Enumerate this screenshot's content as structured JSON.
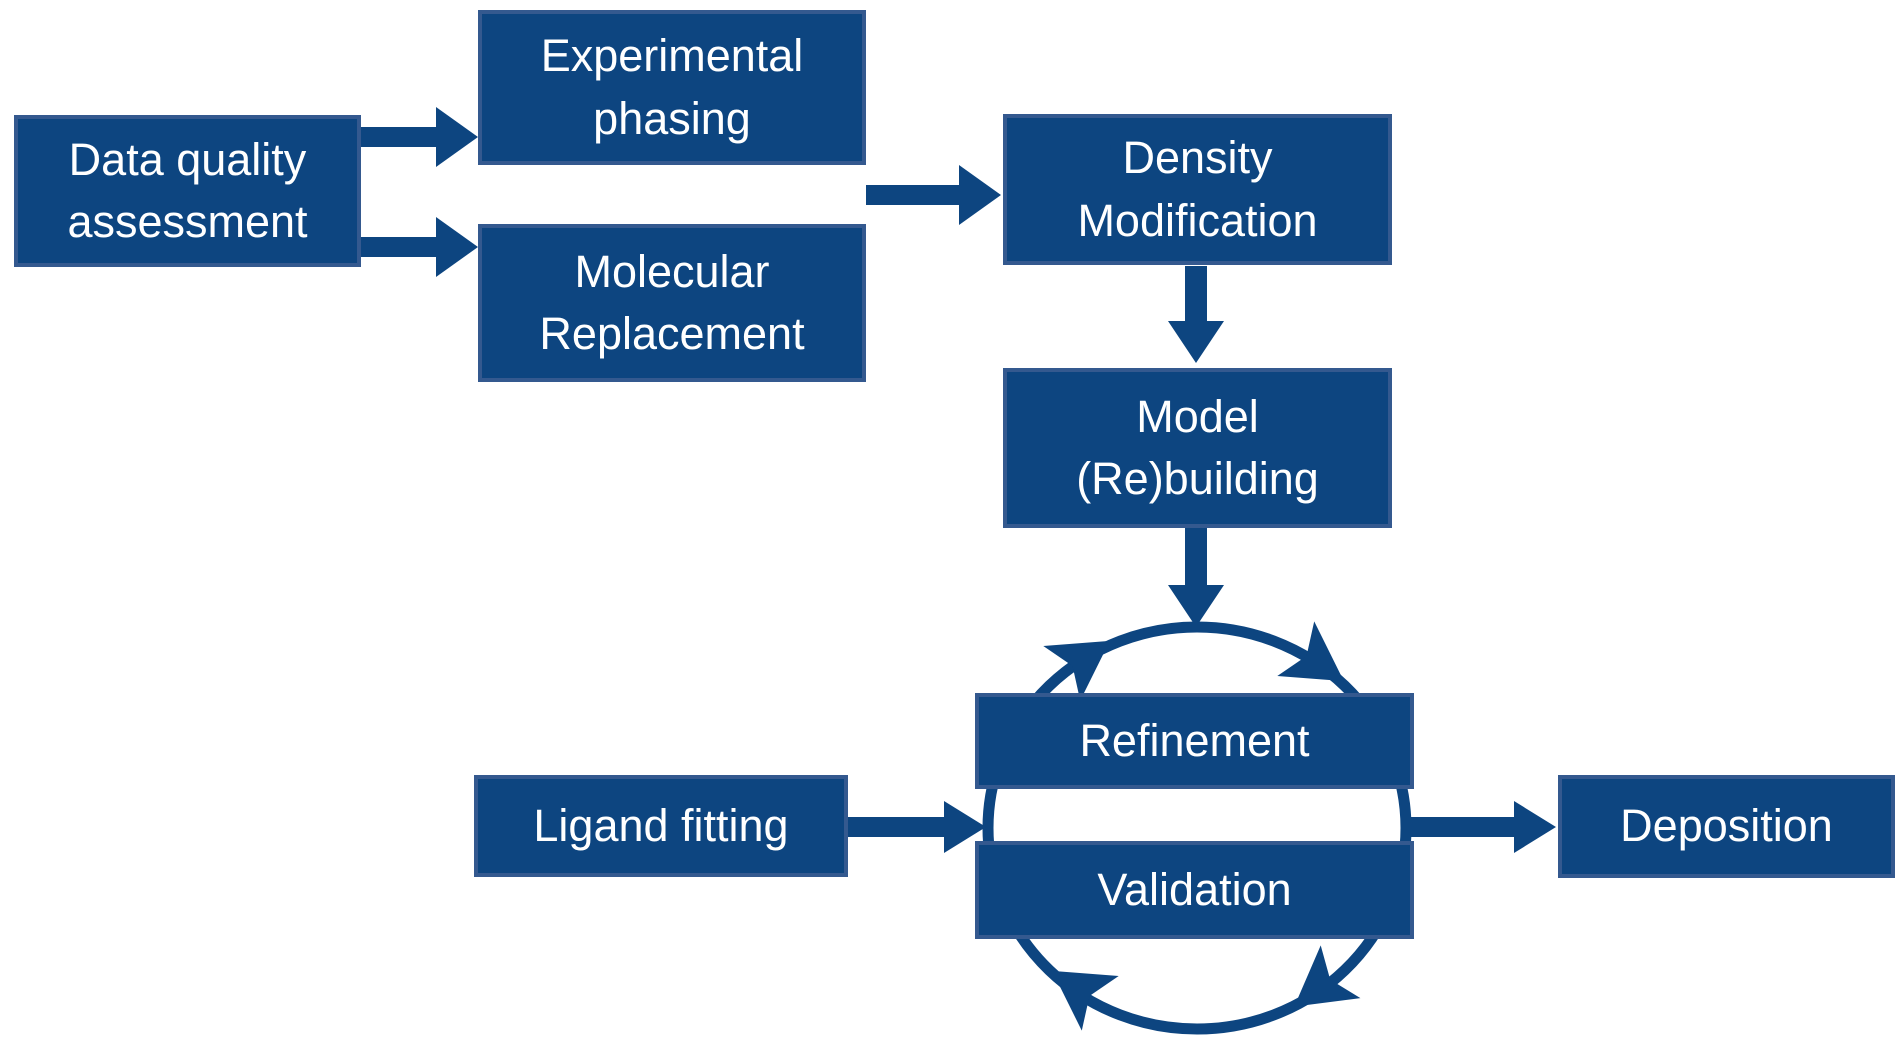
{
  "diagram": {
    "background": "#ffffff",
    "colors": {
      "box_fill": "#0d4580",
      "box_border": "#34598f",
      "arrow": "#0d4580",
      "text": "#ffffff"
    },
    "nodes": {
      "dqa": {
        "label": "Data quality\nassessment"
      },
      "ep": {
        "label": "Experimental\nphasing"
      },
      "mr": {
        "label": "Molecular\nReplacement"
      },
      "dm": {
        "label": "Density\nModification"
      },
      "mb": {
        "label": "Model\n(Re)building"
      },
      "refinement": {
        "label": "Refinement"
      },
      "validation": {
        "label": "Validation"
      },
      "ligand": {
        "label": "Ligand fitting"
      },
      "deposition": {
        "label": "Deposition"
      }
    },
    "edges": [
      {
        "from": "Data quality assessment",
        "to": "Experimental phasing"
      },
      {
        "from": "Data quality assessment",
        "to": "Molecular Replacement"
      },
      {
        "from": "Experimental phasing / Molecular Replacement",
        "to": "Density Modification"
      },
      {
        "from": "Density Modification",
        "to": "Model (Re)building"
      },
      {
        "from": "Model (Re)building",
        "to": "Refinement-Validation cycle"
      },
      {
        "from": "Ligand fitting",
        "to": "Refinement-Validation cycle"
      },
      {
        "from": "Refinement-Validation cycle",
        "to": "Deposition"
      },
      {
        "cycle": "Refinement and Validation repeat in a clockwise loop"
      }
    ]
  }
}
